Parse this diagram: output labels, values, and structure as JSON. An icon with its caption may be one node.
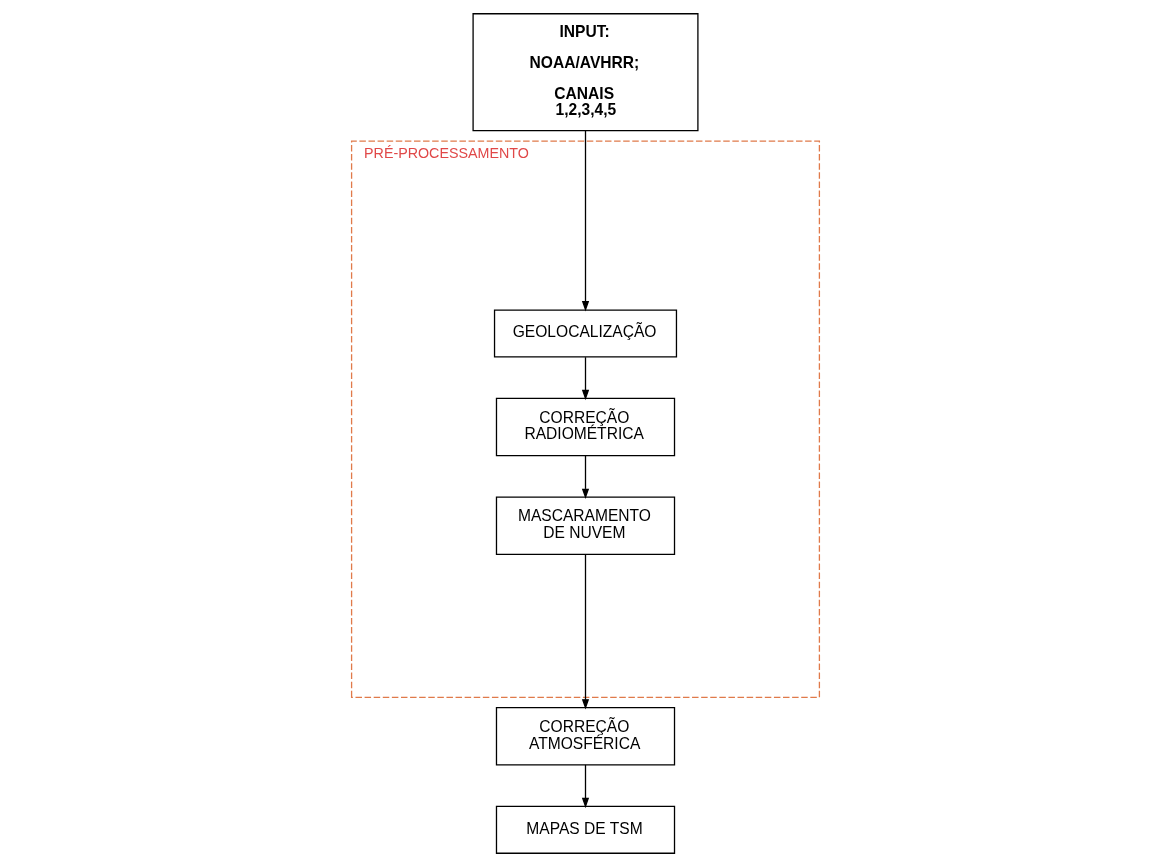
{
  "diagram": {
    "nodes": [
      {
        "text": [
          "INPUT:",
          "NOAA/AVHRR;",
          "CANAIS 1,2,3,4,5"
        ]
      },
      {
        "text": [
          "PRÉ-PROCESSAMENTO"
        ]
      },
      {
        "text": [
          "GEOLOCALIZAÇÃO"
        ],
        "in": 1
      },
      {
        "text": [
          "CORREÇÃO RADIOMÉTRICA"
        ],
        "in": 1
      },
      {
        "text": [
          "MASCARAMENTO DE NUVEM"
        ],
        "in": 1
      },
      {
        "text": [
          "CORREÇÃO ATMOSFÉRICA"
        ]
      },
      {
        "text": [
          "MAPAS DE TSM"
        ]
      }
    ],
    "edges": [
      {
        "from": 0,
        "to": 2,
        "arrow": "to"
      },
      {
        "from": 2,
        "to": 3,
        "arrow": "to"
      },
      {
        "from": 3,
        "to": 4,
        "arrow": "to"
      },
      {
        "from": 4,
        "to": 5,
        "arrow": "to"
      },
      {
        "from": 5,
        "to": 6,
        "arrow": "to"
      }
    ]
  }
}
